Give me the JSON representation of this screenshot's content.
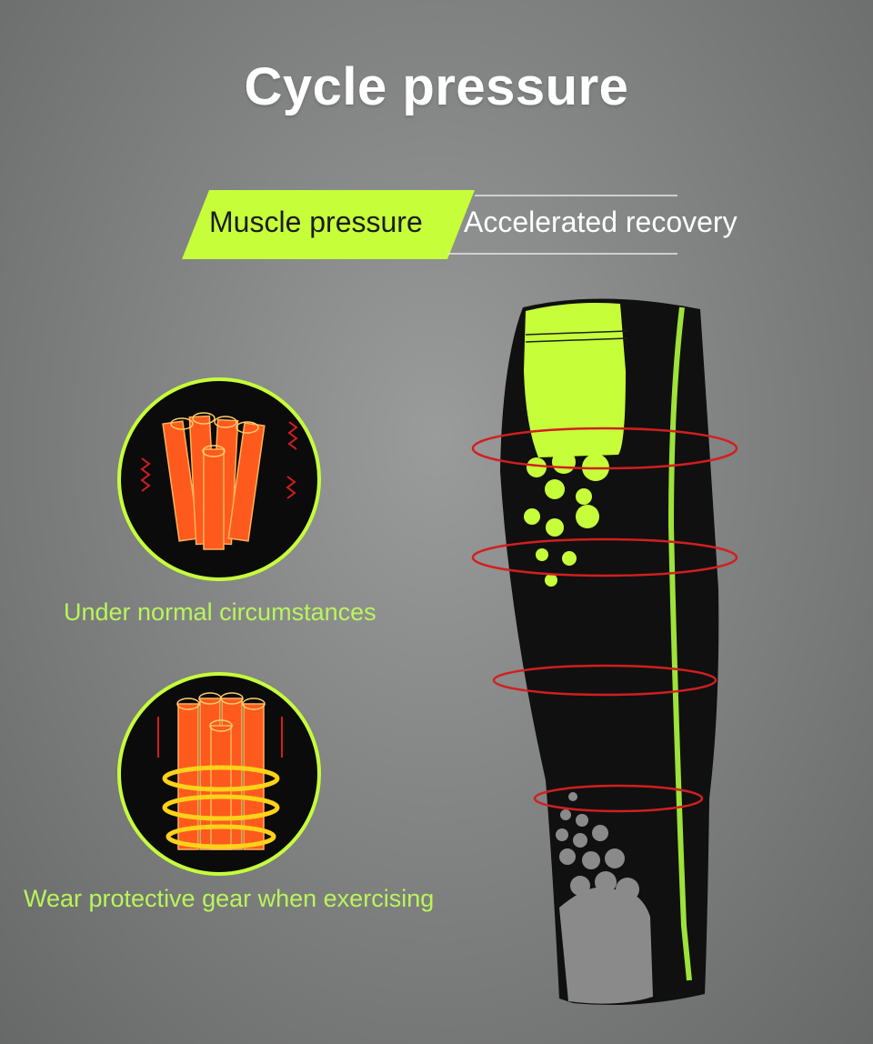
{
  "title": "Cycle pressure",
  "banner": {
    "highlight_label": "Muscle pressure",
    "secondary_label": "Accelerated recovery"
  },
  "states": [
    {
      "caption": "Under normal circumstances",
      "illustration": "loose-muscle-fibers-icon"
    },
    {
      "caption": "Wear protective gear when exercising",
      "illustration": "compressed-muscle-fibers-icon"
    }
  ],
  "colors": {
    "accent_green": "#c6ff3a",
    "caption_green": "#b8f65a",
    "pressure_ring_red": "#d21f1f",
    "fiber_orange": "#ff5a1e",
    "sleeve_black": "#101010",
    "sleeve_grey": "#8a8a8a"
  }
}
